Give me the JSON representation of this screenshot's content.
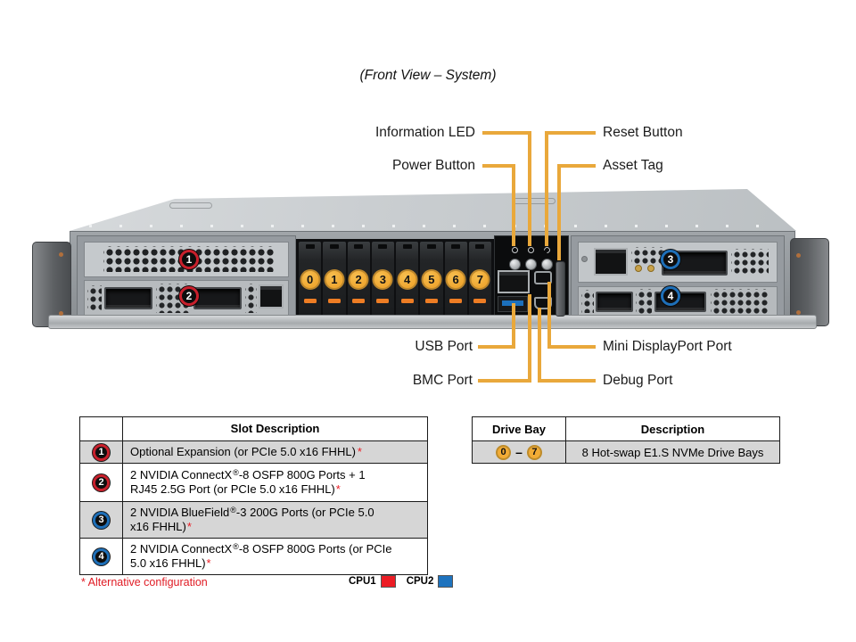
{
  "title": "(Front View – System)",
  "colors": {
    "callout_yellow": "#E9A83B",
    "slot_red": "#C8202C",
    "slot_blue": "#1E6FB8",
    "legend_red": "#EC1C24",
    "legend_blue": "#1E73BE",
    "bay_yellow": "#F2AC36",
    "latch_orange": "#EE7D24"
  },
  "callouts": {
    "information_led": "Information LED",
    "power_button": "Power Button",
    "reset_button": "Reset Button",
    "asset_tag": "Asset Tag",
    "usb_port": "USB Port",
    "bmc_port": "BMC Port",
    "mini_displayport": "Mini DisplayPort Port",
    "debug_port": "Debug Port"
  },
  "chassis": {
    "drive_bays": [
      "0",
      "1",
      "2",
      "3",
      "4",
      "5",
      "6",
      "7"
    ],
    "slot_badges": [
      "1",
      "2",
      "3",
      "4"
    ]
  },
  "slot_table": {
    "header": "Slot Description",
    "rows": [
      {
        "num": "1",
        "pre": "Optional Expansion (or PCIe 5.0 x16 FHHL)",
        "reg": "",
        "post": "",
        "ast": "*"
      },
      {
        "num": "2",
        "pre": "2 NVIDIA ConnectX",
        "reg": "®",
        "post": "-8 OSFP 800G Ports + 1 RJ45 2.5G Port (or PCIe 5.0 x16 FHHL)",
        "ast": "*"
      },
      {
        "num": "3",
        "pre": "2 NVIDIA BlueField",
        "reg": "®",
        "post": "-3 200G Ports (or PCIe 5.0 x16 FHHL)",
        "ast": "*"
      },
      {
        "num": "4",
        "pre": "2 NVIDIA ConnectX",
        "reg": "®",
        "post": "-8 OSFP 800G Ports (or PCIe 5.0 x16 FHHL)",
        "ast": "*"
      }
    ]
  },
  "drive_table": {
    "col1_header": "Drive Bay",
    "col2_header": "Description",
    "bay_start": "0",
    "bay_dash": "–",
    "bay_end": "7",
    "description": "8 Hot-swap E1.S NVMe Drive Bays"
  },
  "footnote": "* Alternative configuration",
  "legend": {
    "cpu1": "CPU1",
    "cpu2": "CPU2"
  }
}
